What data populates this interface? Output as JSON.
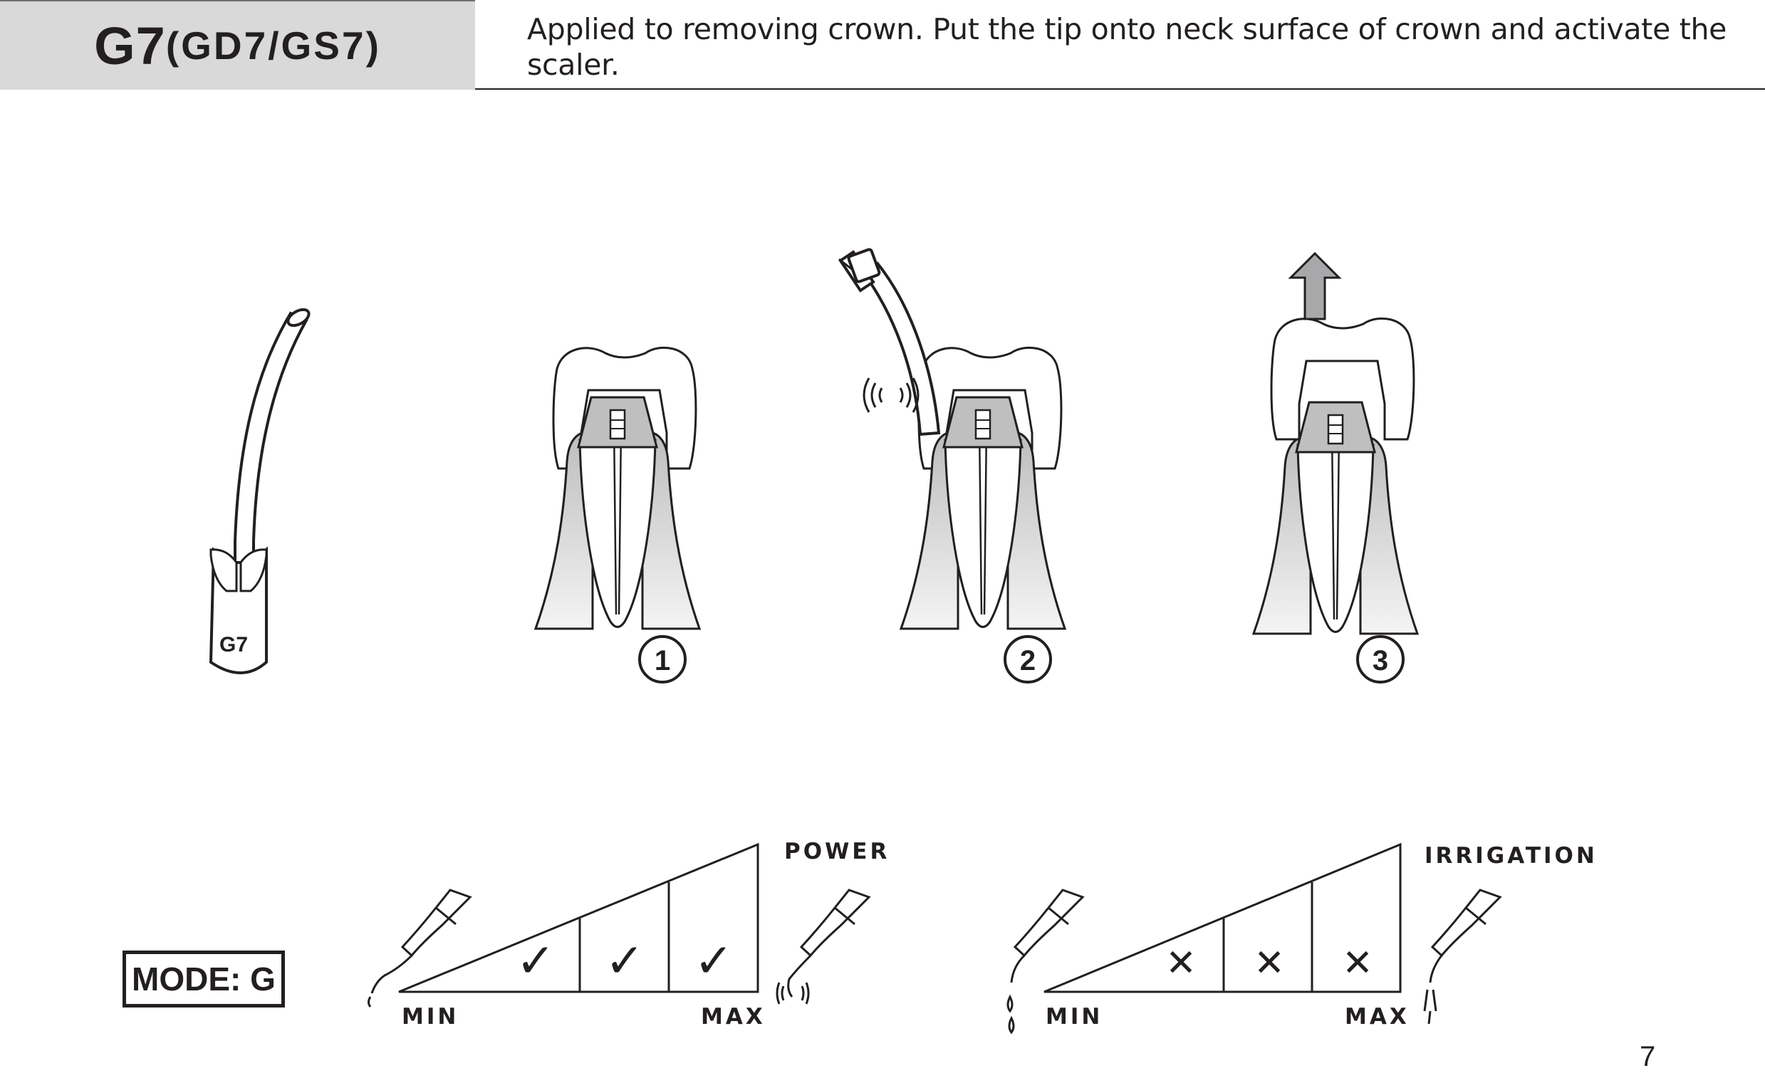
{
  "header": {
    "title_main": "G7",
    "title_sub": "(GD7/GS7)",
    "description": "Applied to removing crown. Put the tip onto neck surface of crown and activate the scaler."
  },
  "tip": {
    "label": "G7"
  },
  "steps": [
    "1",
    "2",
    "3"
  ],
  "mode": {
    "label": "MODE: G"
  },
  "power": {
    "title": "POWER",
    "min_label": "MIN",
    "max_label": "MAX",
    "marks": [
      "✓",
      "✓",
      "✓"
    ]
  },
  "irrigation": {
    "title": "IRRIGATION",
    "min_label": "MIN",
    "max_label": "MAX",
    "marks": [
      "✕",
      "✕",
      "✕"
    ]
  },
  "page_number": "7",
  "colors": {
    "title_bg": "#d9d9da",
    "ink": "#231f20",
    "gum_gray": "#c8c8c9",
    "arrow_gray": "#a8a8aa"
  }
}
